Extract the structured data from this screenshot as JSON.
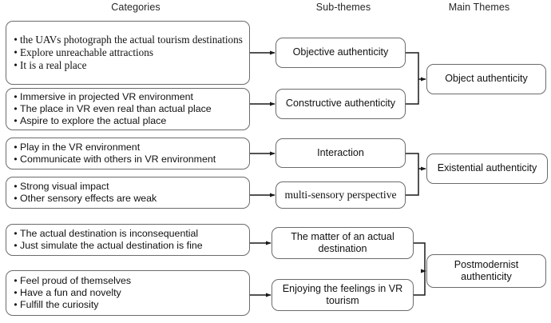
{
  "figure": {
    "type": "thematic-flow-diagram",
    "columns": [
      {
        "id": "categories",
        "header": "Categories"
      },
      {
        "id": "sub_themes",
        "header": "Sub-themes"
      },
      {
        "id": "main_themes",
        "header": "Main Themes"
      }
    ]
  },
  "categories": [
    {
      "id": "cat-1",
      "font": "serif",
      "bullets": [
        "the UAVs photograph the actual tourism destinations",
        "Explore unreachable attractions",
        "It is a real place"
      ]
    },
    {
      "id": "cat-2",
      "font": "sans",
      "bullets": [
        "Immersive in projected VR environment",
        "The place in VR even real than actual place",
        "Aspire to explore the actual place"
      ]
    },
    {
      "id": "cat-3",
      "font": "sans",
      "bullets": [
        "Play in the VR environment",
        "Communicate with others in VR environment"
      ]
    },
    {
      "id": "cat-4",
      "font": "sans",
      "bullets": [
        "Strong visual impact",
        "Other sensory effects are weak"
      ]
    },
    {
      "id": "cat-5",
      "font": "sans",
      "bullets": [
        "The actual destination is inconsequential",
        "Just simulate the actual destination is fine"
      ]
    },
    {
      "id": "cat-6",
      "font": "sans",
      "bullets": [
        "Feel proud of themselves",
        "Have a fun and novelty",
        "Fulfill the curiosity"
      ]
    }
  ],
  "sub_themes": [
    {
      "id": "sub-1",
      "label": "Objective authenticity",
      "font": "sans"
    },
    {
      "id": "sub-2",
      "label": "Constructive authenticity",
      "font": "sans"
    },
    {
      "id": "sub-3",
      "label": "Interaction",
      "font": "sans"
    },
    {
      "id": "sub-4",
      "label": "multi-sensory perspective",
      "font": "serif"
    },
    {
      "id": "sub-5",
      "label": "The matter of an actual destination",
      "font": "sans"
    },
    {
      "id": "sub-6",
      "label": "Enjoying the feelings in VR tourism",
      "font": "sans"
    }
  ],
  "main_themes": [
    {
      "id": "main-1",
      "label": "Object authenticity",
      "font": "sans"
    },
    {
      "id": "main-2",
      "label": "Existential authenticity",
      "font": "sans"
    },
    {
      "id": "main-3",
      "label": "Postmodernist authenticity",
      "font": "sans"
    }
  ],
  "mapping": [
    {
      "from": "cat-1",
      "to": "sub-1"
    },
    {
      "from": "cat-2",
      "to": "sub-2"
    },
    {
      "from": "cat-3",
      "to": "sub-3"
    },
    {
      "from": "cat-4",
      "to": "sub-4"
    },
    {
      "from": "cat-5",
      "to": "sub-5"
    },
    {
      "from": "cat-6",
      "to": "sub-6"
    },
    {
      "from": [
        "sub-1",
        "sub-2"
      ],
      "to": "main-1"
    },
    {
      "from": [
        "sub-3",
        "sub-4"
      ],
      "to": "main-2"
    },
    {
      "from": [
        "sub-5",
        "sub-6"
      ],
      "to": "main-3"
    }
  ],
  "colors": {
    "box_border": "#6b6b6b",
    "connector": "#1a1a1a",
    "text": "#111111",
    "background": "#ffffff"
  }
}
